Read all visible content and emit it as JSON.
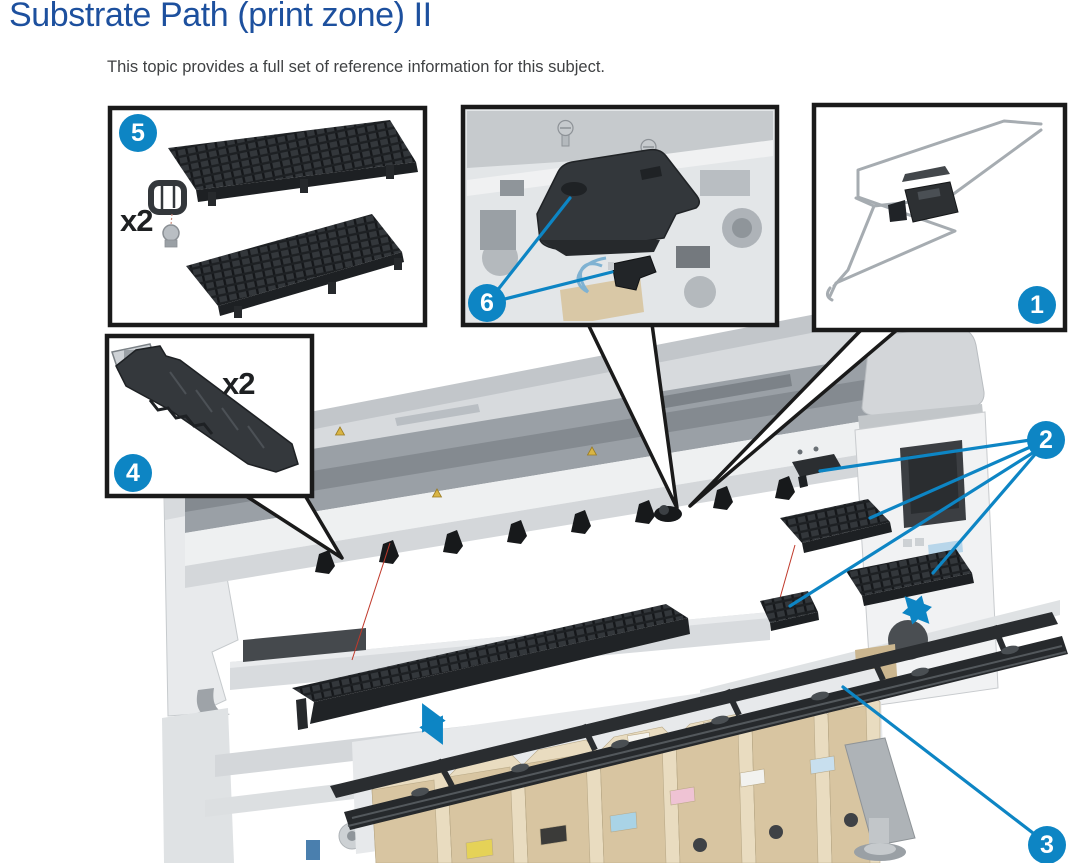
{
  "page": {
    "title": "Substrate Path (print zone) II",
    "subtitle": "This topic provides a full set of reference information for this subject."
  },
  "callouts": {
    "c1": "1",
    "c2": "2",
    "c3": "3",
    "c4": "4",
    "c5": "5",
    "c6": "6"
  },
  "quantity_labels": {
    "box5": "x2",
    "box4": "x2"
  },
  "colors": {
    "callout_blue": "#0d85c4",
    "title_blue": "#1d509e",
    "platen_dark": "#33373b",
    "cartridge_tan": "#d8c5a1"
  }
}
